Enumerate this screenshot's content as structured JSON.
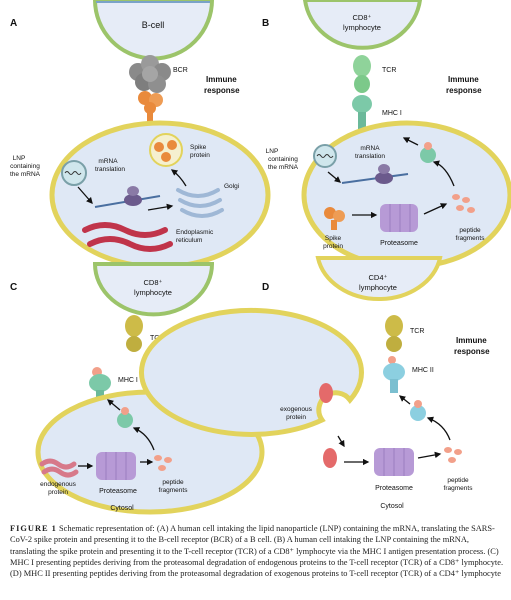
{
  "panels": {
    "A": {
      "letter": "A",
      "top_cell": "B-cell",
      "receptor": "BCR",
      "response_1": "Immune",
      "response_2": "response",
      "lnp_1": "LNP",
      "lnp_2": "containing",
      "lnp_3": "the mRNA",
      "translation_1": "mRNA",
      "translation_2": "translation",
      "spike_1": "Spike",
      "spike_2": "protein",
      "golgi": "Golgi",
      "er_1": "Endoplasmic",
      "er_2": "reticulum"
    },
    "B": {
      "letter": "B",
      "top_cell_1": "CD8⁺",
      "top_cell_2": "lymphocyte",
      "receptor": "TCR",
      "mhc": "MHC I",
      "response_1": "Immune",
      "response_2": "response",
      "lnp_1": "LNP",
      "lnp_2": "containing",
      "lnp_3": "the mRNA",
      "translation_1": "mRNA",
      "translation_2": "translation",
      "spike_1": "Spike",
      "spike_2": "protein",
      "proteasome": "Proteasome",
      "peptide_1": "peptide",
      "peptide_2": "fragments"
    },
    "C": {
      "letter": "C",
      "top_cell_1": "CD8⁺",
      "top_cell_2": "lymphocyte",
      "receptor": "TCR",
      "mhc": "MHC I",
      "endo_1": "endogenous",
      "endo_2": "protein",
      "proteasome": "Proteasome",
      "peptide_1": "peptide",
      "peptide_2": "fragments",
      "cytosol": "Cytosol"
    },
    "D": {
      "letter": "D",
      "top_cell_1": "CD4⁺",
      "top_cell_2": "lymphocyte",
      "receptor": "TCR",
      "mhc": "MHC II",
      "response_1": "Immune",
      "response_2": "response",
      "exo_1": "exogenous",
      "exo_2": "protein",
      "proteasome": "Proteasome",
      "peptide_1": "peptide",
      "peptide_2": "fragments",
      "cytosol": "Cytosol"
    }
  },
  "caption": {
    "label": "FIGURE 1",
    "text": "Schematic representation of: (A) A human cell intaking the lipid nanoparticle (LNP) containing the mRNA, translating the SARS-CoV-2 spike protein and presenting it to the B-cell receptor (BCR) of a B cell. (B) A human cell intaking the LNP containing the mRNA, translating the spike protein and presenting it to the T-cell receptor (TCR) of a CD8⁺ lymphocyte via the MHC I antigen presentation process. (C) MHC I presenting peptides deriving from the proteasomal degradation of endogenous proteins to the T-cell receptor (TCR) of a CD8⁺ lymphocyte. (D) MHC II presenting peptides deriving from the proteasomal degradation of exogenous proteins to T-cell receptor (TCR) of a CD4⁺ lymphocyte"
  },
  "colors": {
    "membrane_outer": "#e2d35c",
    "cytoplasm": "#dfe8f5",
    "top_cell_membrane": "#9cc46a",
    "top_cell_fill": "#e6ecf7",
    "receptor_gray": "#8a8a8a",
    "spike_orange": "#e98a3c",
    "tcr_green": "#8fd39a",
    "mhc_teal": "#7cc9a8",
    "mhc2_blue": "#8ccfe0",
    "proteasome": "#b79ad6",
    "er_red": "#c0344a",
    "golgi_blue": "#9fb8d6",
    "peptide_salmon": "#f2a08a",
    "tcr_yellow": "#cdbb48"
  }
}
